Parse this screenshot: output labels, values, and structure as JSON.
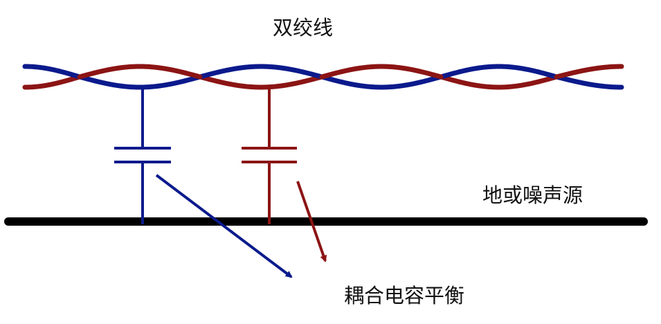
{
  "labels": {
    "title": "双绞线",
    "ground": "地或噪声源",
    "coupling": "耦合电容平衡"
  },
  "colors": {
    "wire_blue": "#0b1a8c",
    "wire_red": "#8c1414",
    "ground": "#000000",
    "text": "#111111"
  }
}
